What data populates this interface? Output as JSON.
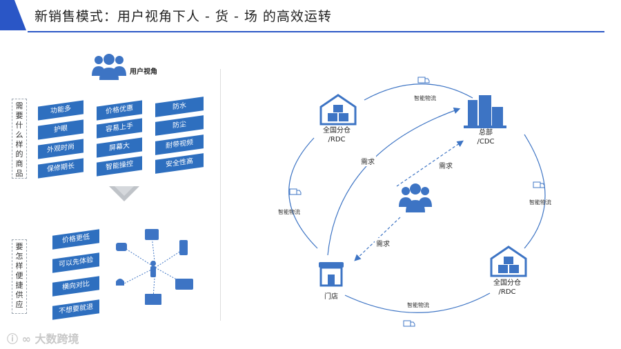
{
  "title": "新销售模式：用户视角下人 - 货 - 场 的高效运转",
  "left": {
    "user_view_label": "用户视角",
    "need_label": "需要什么样的商品",
    "need_tags": [
      [
        "功能多",
        "价格优惠",
        "防水"
      ],
      [
        "护眼",
        "容易上手",
        "防尘"
      ],
      [
        "外观时尚",
        "屏幕大",
        "耐带视频"
      ],
      [
        "保修期长",
        "智能操控",
        "安全性高"
      ]
    ],
    "supply_label": "要怎样便捷供应",
    "supply_tags": [
      "价格更低",
      "可以先体验",
      "横向对比",
      "不想要就退"
    ]
  },
  "right": {
    "top_left_node": [
      "全国分仓",
      "/RDC"
    ],
    "top_right_node": [
      "总部",
      "/CDC"
    ],
    "bottom_right_node": [
      "全国分仓",
      "/RDC"
    ],
    "bottom_left_node": "门店",
    "logistics_label": "智能物流",
    "demand_label": "需求"
  },
  "watermark": "大数跨境",
  "colors": {
    "accent": "#2a56c6",
    "tag": "#2e6fbf",
    "icon": "#3d74c4"
  }
}
